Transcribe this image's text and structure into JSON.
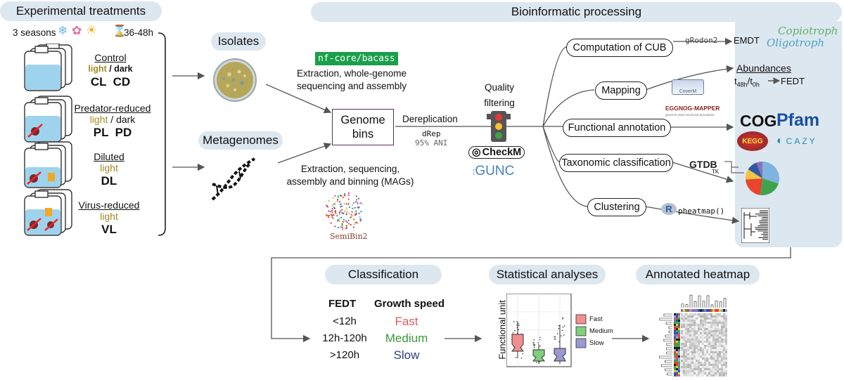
{
  "headers": {
    "experimental": "Experimental treatments",
    "bioinformatic": "Bioinformatic processing"
  },
  "conditions": {
    "seasons": "3 seasons",
    "duration": "36-48h"
  },
  "treatments": [
    {
      "name": "Control",
      "light": "light",
      "sep": "/",
      "dark": "dark",
      "codes": "CL  CD"
    },
    {
      "name": "Predator-reduced",
      "light": "light",
      "sep": "/",
      "dark": "dark",
      "codes": "PL  PD"
    },
    {
      "name": "Diluted",
      "light": "light",
      "code": "DL"
    },
    {
      "name": "Virus-reduced",
      "light": "light",
      "code": "VL"
    }
  ],
  "sources": {
    "isolates": "Isolates",
    "metagenomes": "Metagenomes"
  },
  "tools": {
    "bacass": "nf-core/bacass",
    "semibin": "SemiBin2",
    "checkm": "CheckM",
    "gunc": "GUNC",
    "drep": "dRep",
    "ani": "95% ANI",
    "grodon": "gRodon2",
    "coverm": "CoverM",
    "eggnog": "EGGNOG-MAPPER",
    "eggnog_sub": "genome-wide functional annotation",
    "gtdb": "GTDB",
    "gtdb_tk": "TK",
    "pheatmap": "pheatmap()",
    "r_letter": "R"
  },
  "steps": {
    "isolate_proc": "Extraction, whole-genome sequencing and assembly",
    "meta_proc": "Extraction, sequencing, assembly and binning (MAGs)",
    "genome_bins": "Genome bins",
    "dereplication": "Dereplication",
    "quality": "Quality filtering"
  },
  "analyses": {
    "cub": "Computation of CUB",
    "mapping": "Mapping",
    "functional": "Functional annotation",
    "taxonomic": "Taxonomic classification",
    "clustering": "Clustering"
  },
  "outputs": {
    "emdt": "EMDT",
    "copiotroph": "Copiotroph",
    "oligotroph": "Oligotroph",
    "abundances": "Abundances",
    "t48": "t",
    "t48_sub": "48h",
    "t0": "/t",
    "t0_sub": "0h",
    "fedt": "FEDT",
    "cog": "COG",
    "pfam": "Pfam",
    "kegg": "KEGG",
    "cazy": "CAZY"
  },
  "bottom": {
    "classification": "Classification",
    "statistical": "Statistical analyses",
    "heatmap": "Annotated heatmap"
  },
  "classification_table": {
    "col1": "FEDT",
    "col2": "Growth speed",
    "rows": [
      {
        "range": "<12h",
        "speed": "Fast",
        "color": "#e05a5a"
      },
      {
        "range": "12h-120h",
        "speed": "Medium",
        "color": "#3a9a3a"
      },
      {
        "range": ">120h",
        "speed": "Slow",
        "color": "#2e3f7a"
      }
    ]
  },
  "boxplot": {
    "ylabel": "Functional unit",
    "legend": [
      {
        "label": "Fast",
        "color": "#f28e8e"
      },
      {
        "label": "Medium",
        "color": "#7fcf7f"
      },
      {
        "label": "Slow",
        "color": "#9a9ad0"
      }
    ]
  },
  "pie_colors": [
    "#7fb3e0",
    "#3fa34d",
    "#e8442e",
    "#f5c242",
    "#2c5aa0",
    "#8e6fb5"
  ]
}
